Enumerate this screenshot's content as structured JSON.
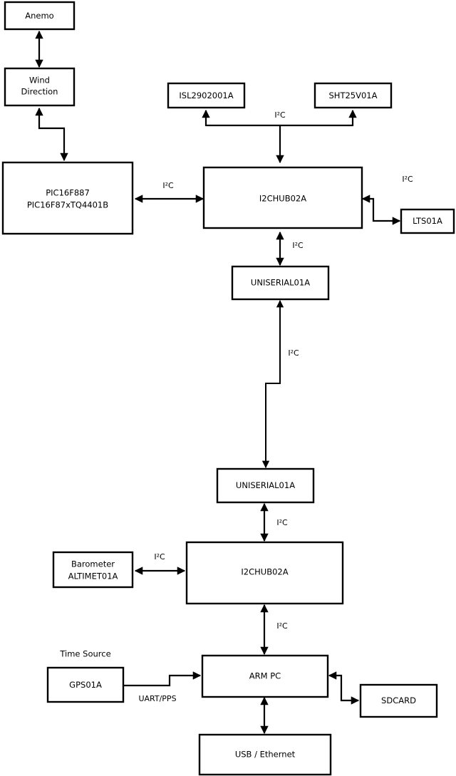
{
  "diagram": {
    "type": "block-diagram",
    "background_color": "#ffffff",
    "stroke_color": "#000000",
    "nodes": [
      {
        "id": "anemo",
        "label": "Anemo"
      },
      {
        "id": "wind",
        "label_line1": "Wind",
        "label_line2": "Direction"
      },
      {
        "id": "pic",
        "label_line1": "PIC16F887",
        "label_line2": "PIC16F87xTQ4401B"
      },
      {
        "id": "isl",
        "label": "ISL2902001A"
      },
      {
        "id": "sht",
        "label": "SHT25V01A"
      },
      {
        "id": "hub_top",
        "label": "I2CHUB02A"
      },
      {
        "id": "lts",
        "label": "LTS01A"
      },
      {
        "id": "uniserial_top",
        "label": "UNISERIAL01A"
      },
      {
        "id": "uniserial_bot",
        "label": "UNISERIAL01A"
      },
      {
        "id": "hub_bot",
        "label": "I2CHUB02A"
      },
      {
        "id": "barometer",
        "label_line1": "Barometer",
        "label_line2": "ALTIMET01A"
      },
      {
        "id": "gps",
        "label": "GPS01A"
      },
      {
        "id": "armpc",
        "label": "ARM PC"
      },
      {
        "id": "sdcard",
        "label": "SDCARD"
      },
      {
        "id": "usbeth",
        "label": "USB / Ethernet"
      }
    ],
    "edge_labels": {
      "pic_hub": "I²C",
      "sensor_bus": "I²C",
      "hub_lts": "I²C",
      "hub_uniserial_top": "I²C",
      "uniserial_link": "I²C",
      "uniserial_hub_bot": "I²C",
      "barometer_hub": "I²C",
      "hub_armpc": "I²C",
      "gps_armpc": "UART/PPS"
    },
    "free_labels": {
      "time_source": "Time Source"
    }
  }
}
